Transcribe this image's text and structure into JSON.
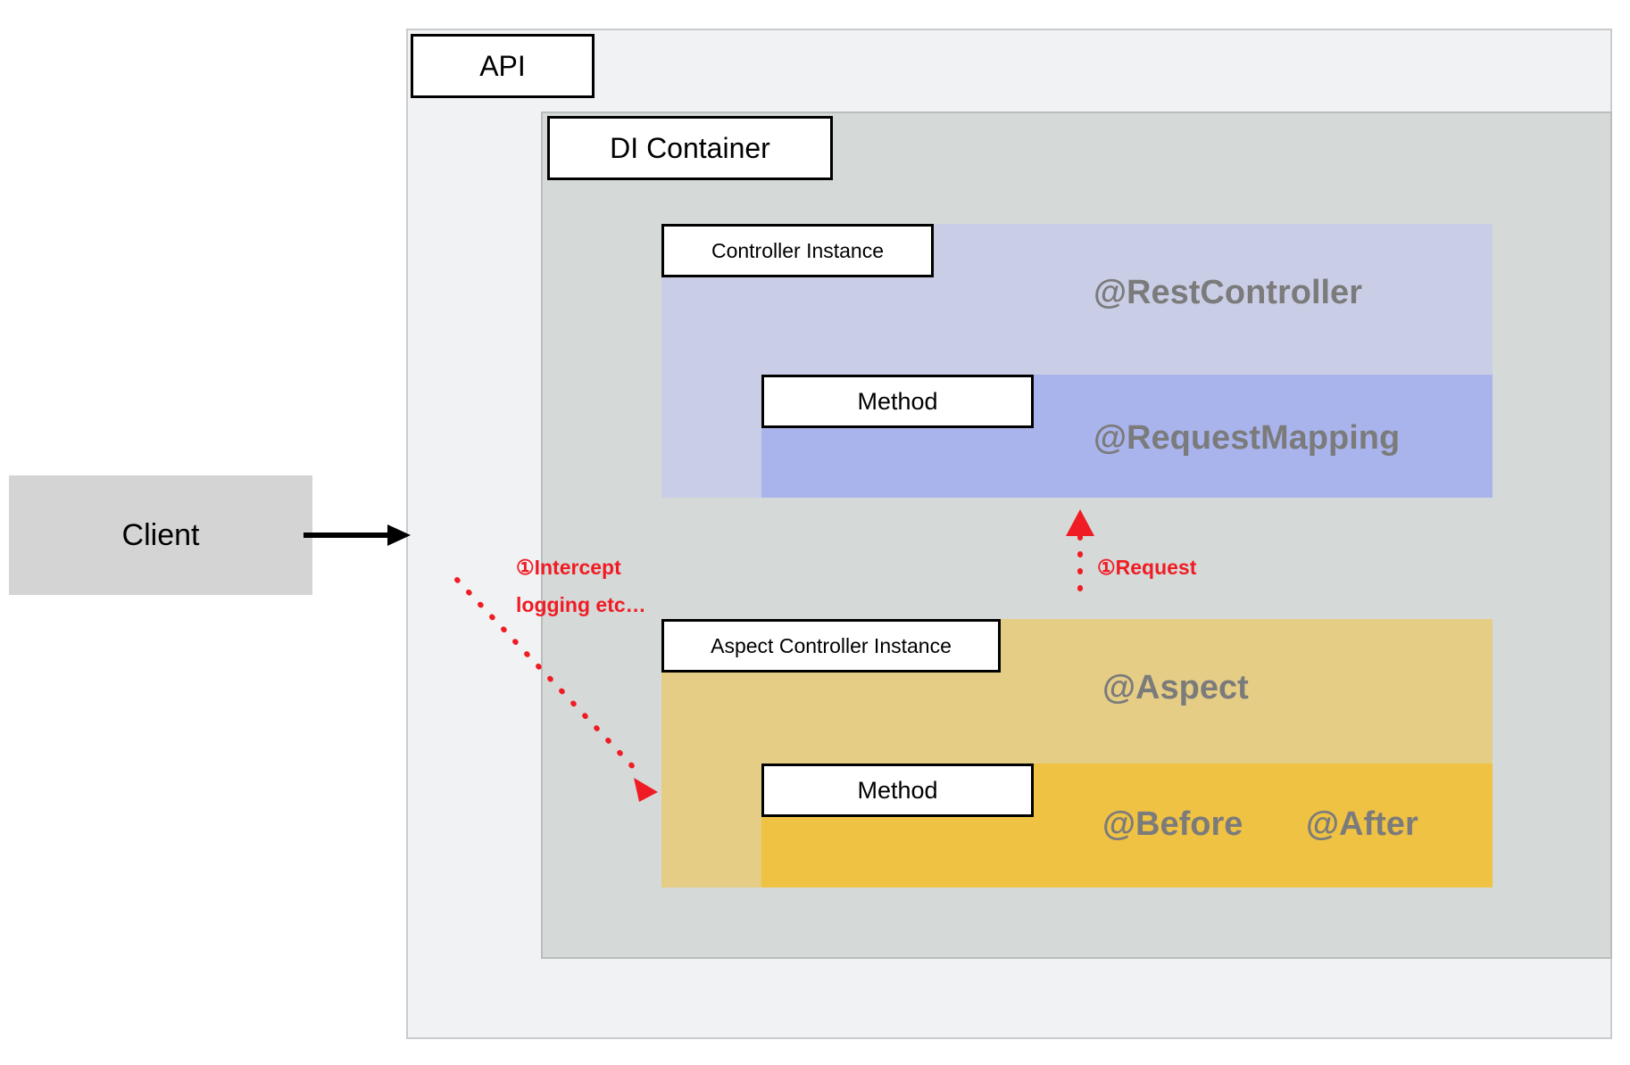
{
  "diagram": {
    "title_boxes": {
      "api": "API",
      "di_container": "DI Container"
    },
    "actor": {
      "client": "Client"
    },
    "controller_section": {
      "instance_label": "Controller Instance",
      "method_label": "Method",
      "class_annotation": "@RestController",
      "method_annotation": "@RequestMapping",
      "class_band_color": "#c9cee6",
      "method_band_color": "#aab4ec"
    },
    "aspect_section": {
      "instance_label": "Aspect Controller Instance",
      "method_label": "Method",
      "class_annotation": "@Aspect",
      "method_annotation_before": "@Before",
      "method_annotation_after": "@After",
      "class_band_color": "#e5cd85",
      "method_band_color": "#efc243"
    },
    "flows": {
      "client_to_api": "",
      "request_label": "①Request",
      "intercept_label_line1": "①Intercept",
      "intercept_label_line2": "logging etc…",
      "accent_color": "#f01c24"
    }
  }
}
